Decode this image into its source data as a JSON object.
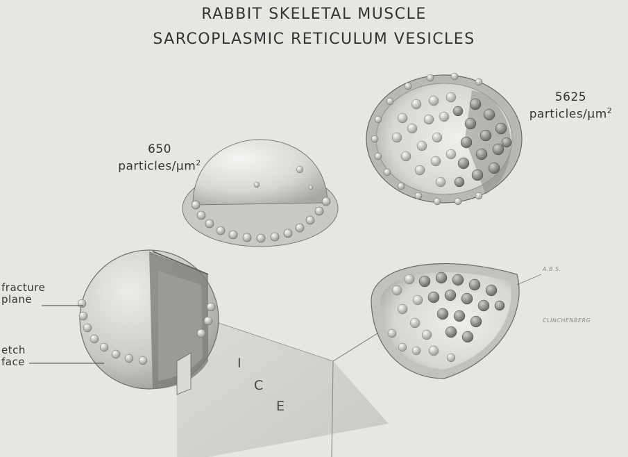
{
  "figure": {
    "title_line1": "RABBIT SKELETAL MUSCLE",
    "title_line2": "SARCOPLASMIC RETICULUM VESICLES",
    "label_650": {
      "number": "650",
      "unit": "particles/μm",
      "exp": "2"
    },
    "label_5625": {
      "number": "5625",
      "unit": "particles/μm",
      "exp": "2"
    },
    "fracture_plane": {
      "line1": "fracture",
      "line2": "plane"
    },
    "etch_face": {
      "line1": "etch",
      "line2": "face"
    },
    "ice_letters": [
      "I",
      "C",
      "E"
    ],
    "signature_1": "A.B.S.",
    "signature_2": "CLINCHENBERG"
  },
  "colors": {
    "paper": "#e6e6e3",
    "pencil_dark": "#555555",
    "pencil_light": "#9a9a96"
  }
}
